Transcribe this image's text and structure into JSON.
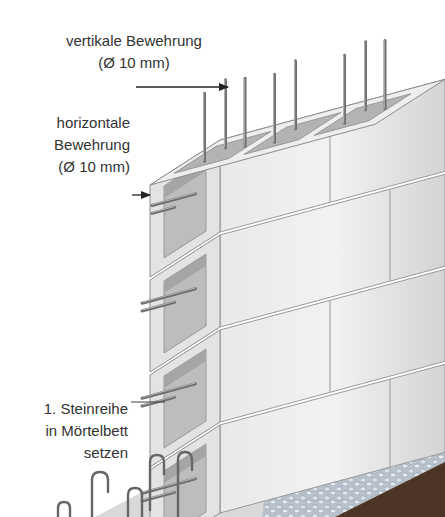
{
  "diagram": {
    "labels": [
      "vertikale Bewehrung (Ø 10 mm)",
      "horizontale Bewehrung (Ø 10 mm)",
      "1. Steinreihe in Mörtelbett setzen"
    ]
  }
}
